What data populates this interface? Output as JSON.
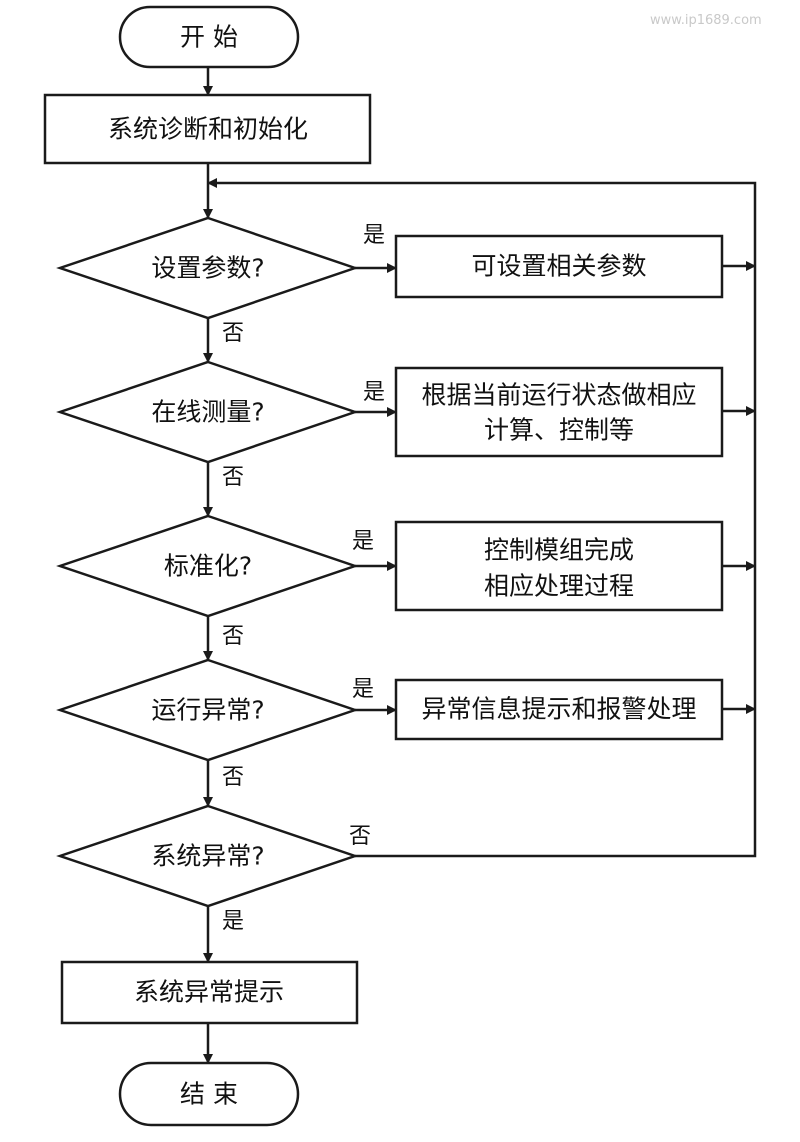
{
  "watermark": "www.ip1689.com",
  "nodes": {
    "start": "开 始",
    "init": "系统诊断和初始化",
    "q_params": "设置参数?",
    "set_params": "可设置相关参数",
    "q_online": "在线测量?",
    "online_l1": "根据当前运行状态做相应",
    "online_l2": "计算、控制等",
    "q_standard": "标准化?",
    "standard_l1": "控制模组完成",
    "standard_l2": "相应处理过程",
    "q_run_err": "运行异常?",
    "run_err": "异常信息提示和报警处理",
    "q_sys_err": "系统异常?",
    "sys_err": "系统异常提示",
    "end": "结 束"
  },
  "edges": {
    "yes": "是",
    "no": "否"
  }
}
